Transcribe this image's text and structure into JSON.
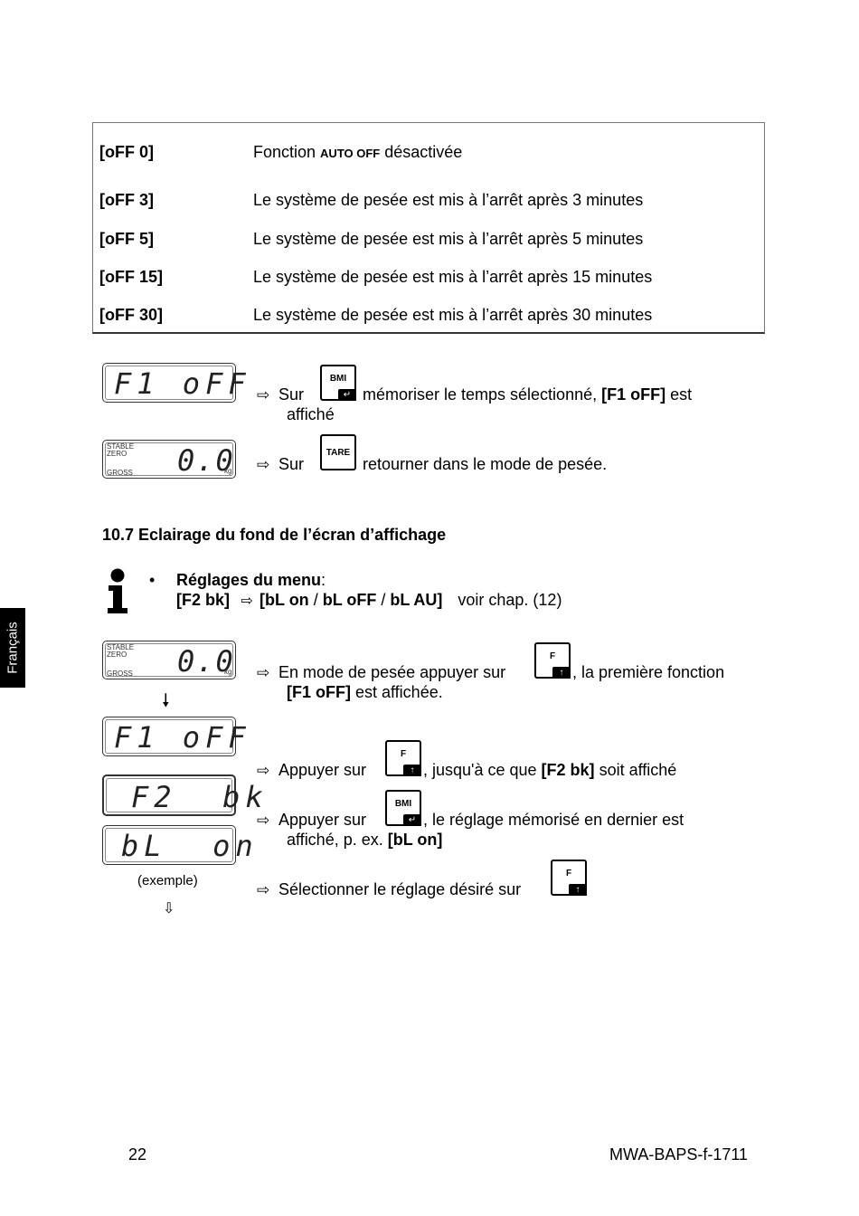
{
  "table": {
    "rows": [
      {
        "code": "[oFF 0]",
        "desc_pre": "Fonction ",
        "desc_caps": "AUTO OFF",
        "desc_post": " désactivée"
      },
      {
        "code": "[oFF 3]",
        "desc": "Le système de pesée est mis à l’arrêt après 3 minutes"
      },
      {
        "code": "[oFF 5]",
        "desc": "Le système de pesée est mis à l’arrêt après 5 minutes"
      },
      {
        "code": "[oFF 15]",
        "desc": "Le système de pesée est mis à l’arrêt après 15 minutes"
      },
      {
        "code": "[oFF 30]",
        "desc": "Le système de pesée est mis à l’arrêt après 30 minutes"
      }
    ]
  },
  "displays": {
    "f1off": "F1 oFF",
    "zero": "0.0",
    "unit": "kg",
    "stable": "STABLE",
    "zero_lbl": "ZERO",
    "gross": "GROSS",
    "f2bk": "F2  bk",
    "blon": "bL  on"
  },
  "keys": {
    "bmi": "BMI",
    "tare": "TARE",
    "f": "F",
    "enter_glyph": "↵",
    "up_glyph": "↑"
  },
  "steps1": {
    "s1_pre": "Sur",
    "s1_post": "mémoriser le temps sélectionné,",
    "s1_bold": "[F1 oFF]",
    "s1_end": "est",
    "s1_line2": "affiché",
    "s2_pre": "Sur",
    "s2_post": "retourner dans le mode de pesée."
  },
  "section": {
    "heading": "10.7  Eclairage du fond de l’écran d’affichage",
    "bullet_bold": "Réglages du menu",
    "bullet_colon": ":",
    "menu_f2": "[F2 bk]",
    "menu_opts_1": "[bL on",
    "menu_sep1": " / ",
    "menu_opts_2": "bL oFF",
    "menu_sep2": " / ",
    "menu_opts_3": "bL AU]",
    "menu_ref": "voir chap. (12)"
  },
  "steps2": {
    "a_pre": "En mode de pesée appuyer sur",
    "a_post": ", la première fonction",
    "a_bold": "[F1 oFF]",
    "a_line2": " est affichée.",
    "b_pre": "Appuyer sur",
    "b_mid": ", jusqu'à ce que",
    "b_bold": "[F2 bk]",
    "b_end": "soit affiché",
    "c_pre": "Appuyer sur",
    "c_post": ", le réglage mémorisé en dernier est",
    "c_line2": "affiché, p. ex.",
    "c_bold": "[bL on]",
    "d_pre": "Sélectionner le réglage désiré sur",
    "example": "(exemple)"
  },
  "side_tab": "Français",
  "footer": {
    "page": "22",
    "doc": "MWA-BAPS-f-1711"
  }
}
